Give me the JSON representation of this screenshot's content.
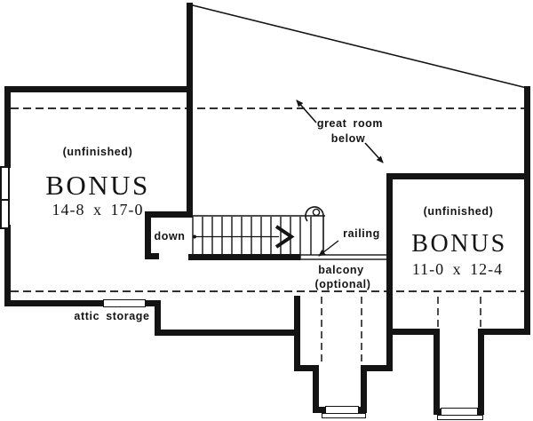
{
  "colors": {
    "ink": "#141414",
    "paper": "#ffffff"
  },
  "rooms": {
    "bonus_left": {
      "status": "(unfinished)",
      "name": "BONUS",
      "dimensions": "14-8 x 17-0"
    },
    "bonus_right": {
      "status": "(unfinished)",
      "name": "BONUS",
      "dimensions": "11-0 x 12-4"
    }
  },
  "annotations": {
    "great_room_line1": "great room",
    "great_room_line2": "below",
    "down": "down",
    "railing": "railing",
    "balcony_line1": "balcony",
    "balcony_line2": "(optional)",
    "attic_storage": "attic storage"
  }
}
